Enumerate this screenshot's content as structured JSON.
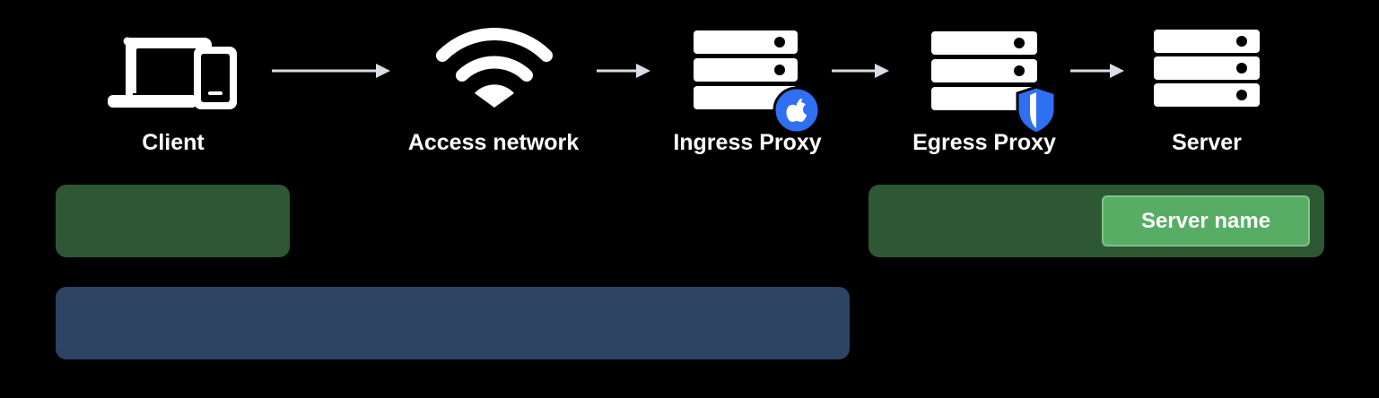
{
  "nodes": [
    {
      "id": "client",
      "label": "Client",
      "icon": "laptop-phone-icon"
    },
    {
      "id": "access-network",
      "label": "Access network",
      "icon": "wifi-icon"
    },
    {
      "id": "ingress-proxy",
      "label": "Ingress Proxy",
      "icon": "server-icon",
      "badge": "apple-logo-icon"
    },
    {
      "id": "egress-proxy",
      "label": "Egress Proxy",
      "icon": "server-icon",
      "badge": "shield-icon"
    },
    {
      "id": "server",
      "label": "Server",
      "icon": "server-icon"
    }
  ],
  "edges": [
    {
      "from": "client",
      "to": "access-network"
    },
    {
      "from": "access-network",
      "to": "ingress-proxy"
    },
    {
      "from": "ingress-proxy",
      "to": "egress-proxy"
    },
    {
      "from": "egress-proxy",
      "to": "server"
    }
  ],
  "bars": {
    "client_green": {
      "color": "#2e5834"
    },
    "egress_green": {
      "color": "#2e5834",
      "pill_label": "Server name",
      "pill_color": "#58ad65"
    },
    "blue": {
      "color": "#2c4462"
    }
  },
  "colors": {
    "background": "#000000",
    "icon": "#ffffff",
    "badge_blue": "#2f6ff1",
    "arrow": "#d9dde6"
  }
}
